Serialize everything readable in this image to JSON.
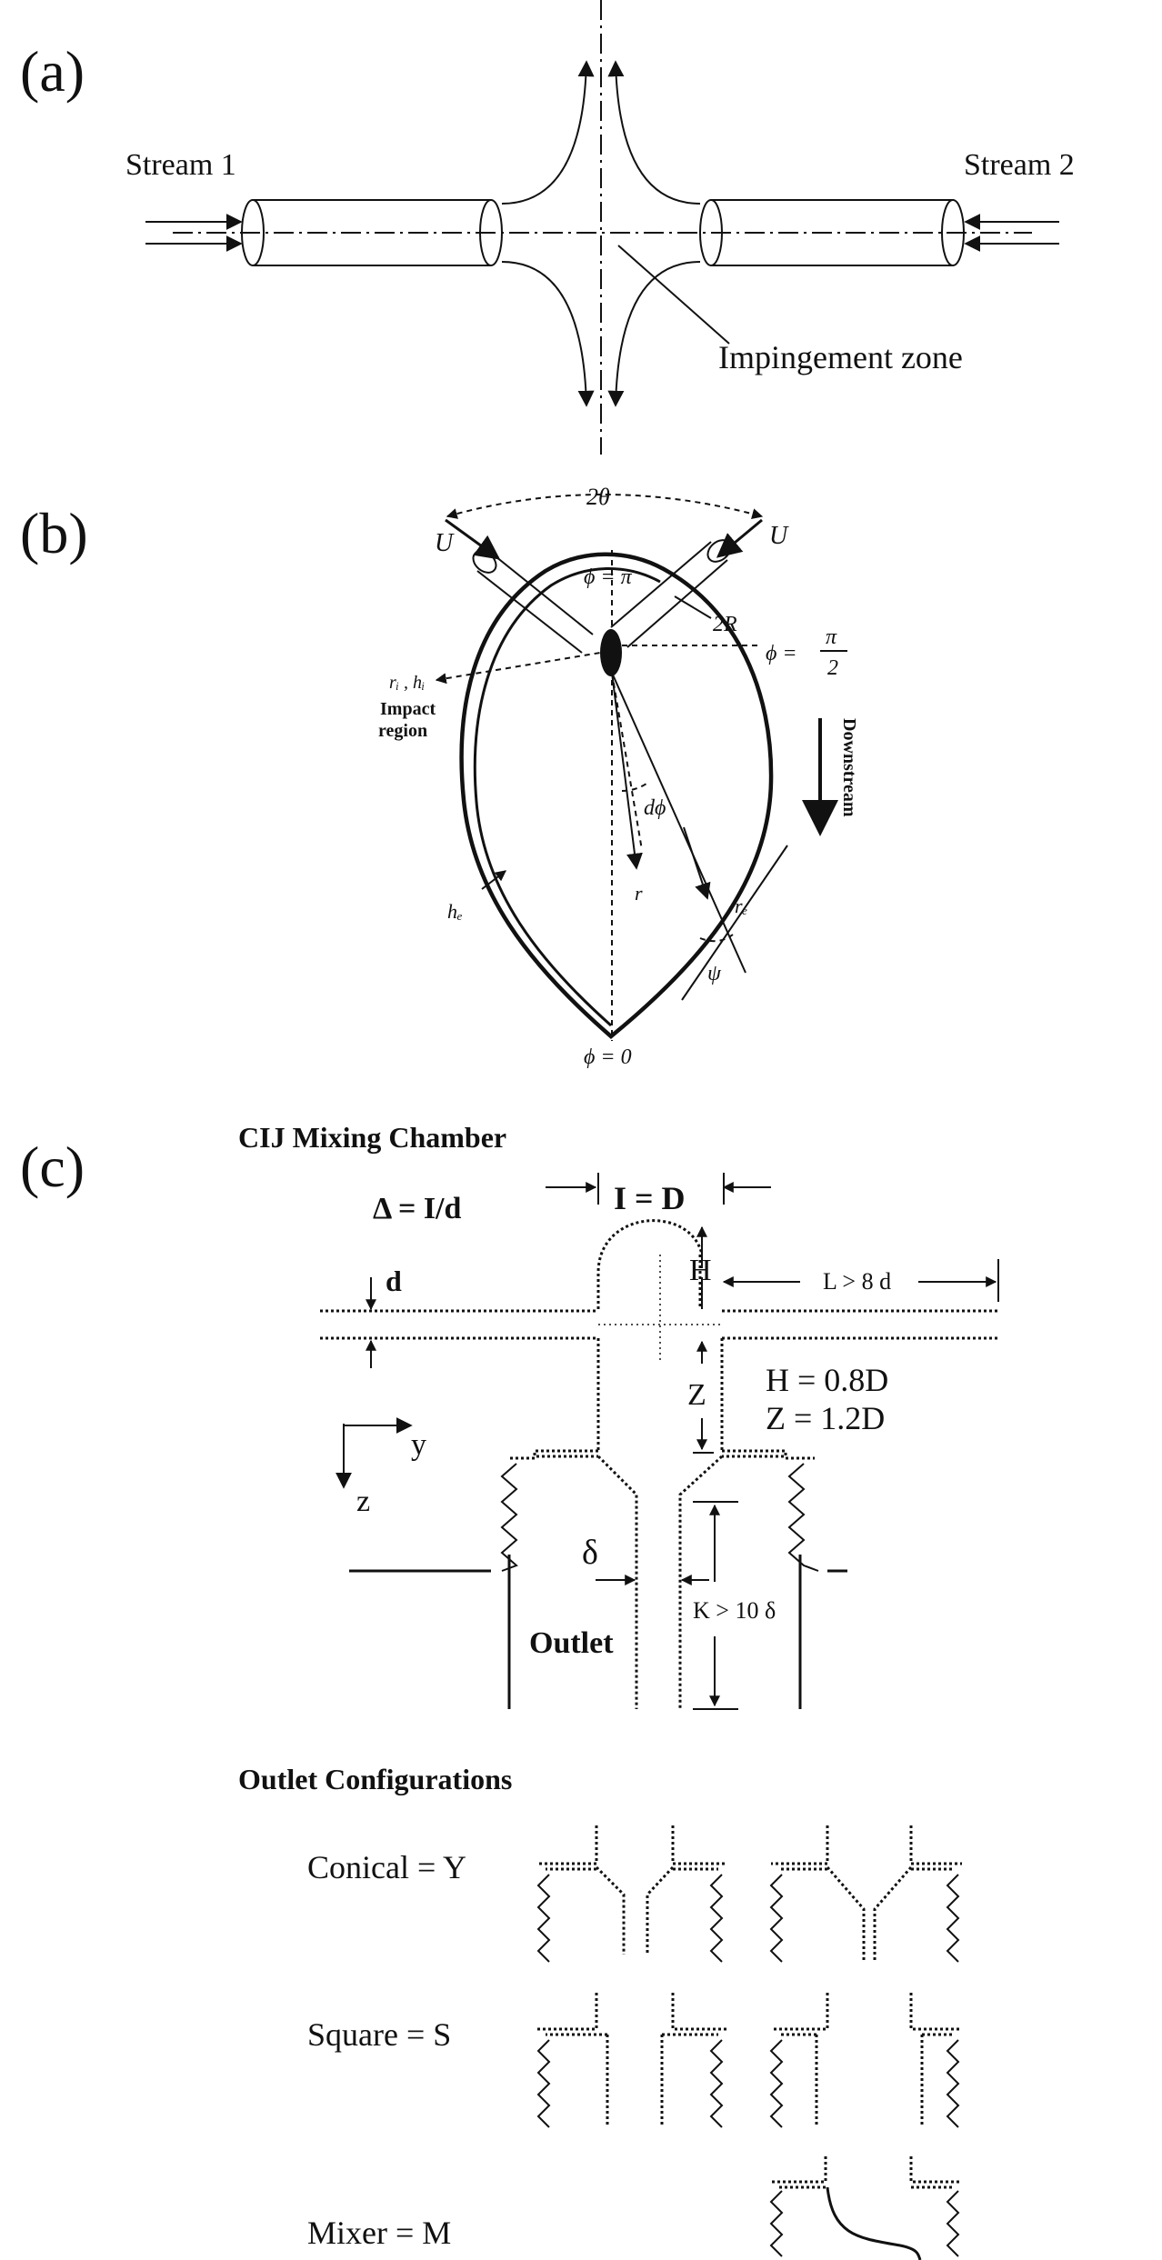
{
  "panel_a": {
    "label": "(a)",
    "stream1": "Stream 1",
    "stream2": "Stream 2",
    "impingement": "Impingement zone"
  },
  "panel_b": {
    "label": "(b)",
    "angle": "2θ",
    "velocity_left": "U",
    "velocity_right": "U",
    "phi_pi": "ϕ = π",
    "phi_half_pi_num": "π",
    "phi_half_pi_den": "2",
    "phi_half_pi_prefix": "ϕ =",
    "radius": "2R",
    "impact_coords": "rᵢ , hᵢ",
    "impact_region_1": "Impact",
    "impact_region_2": "region",
    "downstream": "Downstream",
    "dphi": "dϕ",
    "r": "r",
    "he": "hₑ",
    "re": "rₑ",
    "psi": "ψ",
    "phi_zero": "ϕ = 0"
  },
  "panel_c": {
    "label": "(c)",
    "title": "CIJ Mixing Chamber",
    "delta_ratio": "Δ = I/d",
    "i_eq_d": "I = D",
    "d": "d",
    "h": "H",
    "l_dim": "L > 8 d",
    "z": "Z",
    "h_eq": "H = 0.8D",
    "z_eq": "Z = 1.2D",
    "axis_y": "y",
    "axis_z": "z",
    "delta": "δ",
    "outlet": "Outlet",
    "k_dim": "K > 10 δ"
  },
  "outlet_configs": {
    "title": "Outlet Configurations",
    "conical": "Conical = Y",
    "square": "Square = S",
    "mixer": "Mixer = M"
  }
}
